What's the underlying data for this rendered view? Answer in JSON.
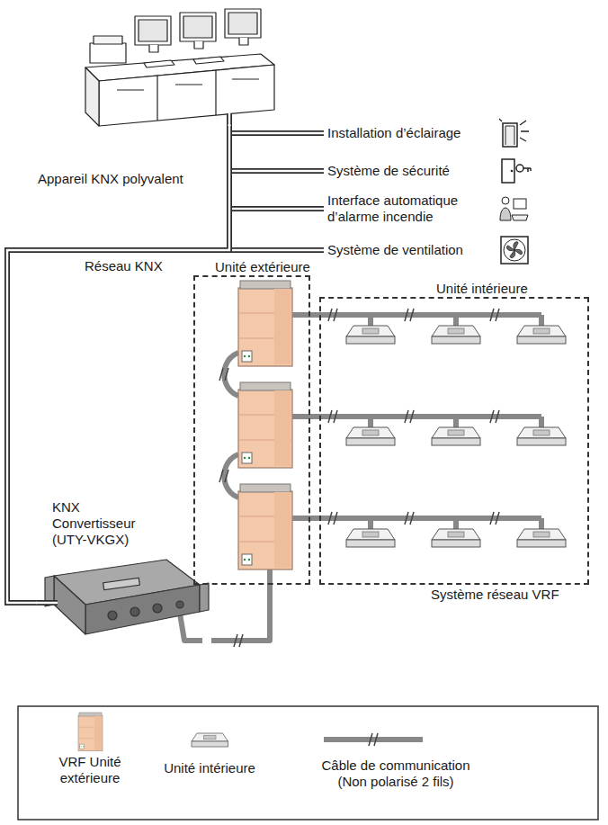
{
  "diagram": {
    "nodes": [
      {
        "text": [
          "Appareil KNX polyvalent"
        ]
      },
      {
        "text": [
          "Installation d’éclairage"
        ]
      },
      {
        "text": [
          "Système de sécurité"
        ]
      },
      {
        "text": [
          "Interface automatique d’alarme incendie"
        ]
      },
      {
        "text": [
          "Système de ventilation"
        ]
      },
      {
        "text": [
          "Unité extérieure"
        ]
      },
      {
        "text": [
          "Unité intérieure",
          "Système réseau VRF"
        ]
      },
      {
        "text": [
          "KNX Convertisseur (UTY-VKGX)"
        ]
      }
    ],
    "edges": [
      {
        "from": 0,
        "to": 1,
        "arrow": "none"
      },
      {
        "from": 0,
        "to": 2,
        "arrow": "none"
      },
      {
        "from": 0,
        "to": 3,
        "arrow": "none"
      },
      {
        "from": 0,
        "to": 4,
        "arrow": "none"
      },
      {
        "from": 0,
        "to": 7,
        "arrow": "none",
        "label": "Réseau KNX"
      },
      {
        "from": 7,
        "to": 5,
        "arrow": "none"
      },
      {
        "from": 5,
        "to": 6,
        "arrow": "none"
      }
    ],
    "legend": [
      {
        "text": "VRF Unité extérieure"
      },
      {
        "text": "Unité intérieure"
      },
      {
        "text": "Câble de communication (Non polarisé 2 fils)"
      }
    ]
  }
}
